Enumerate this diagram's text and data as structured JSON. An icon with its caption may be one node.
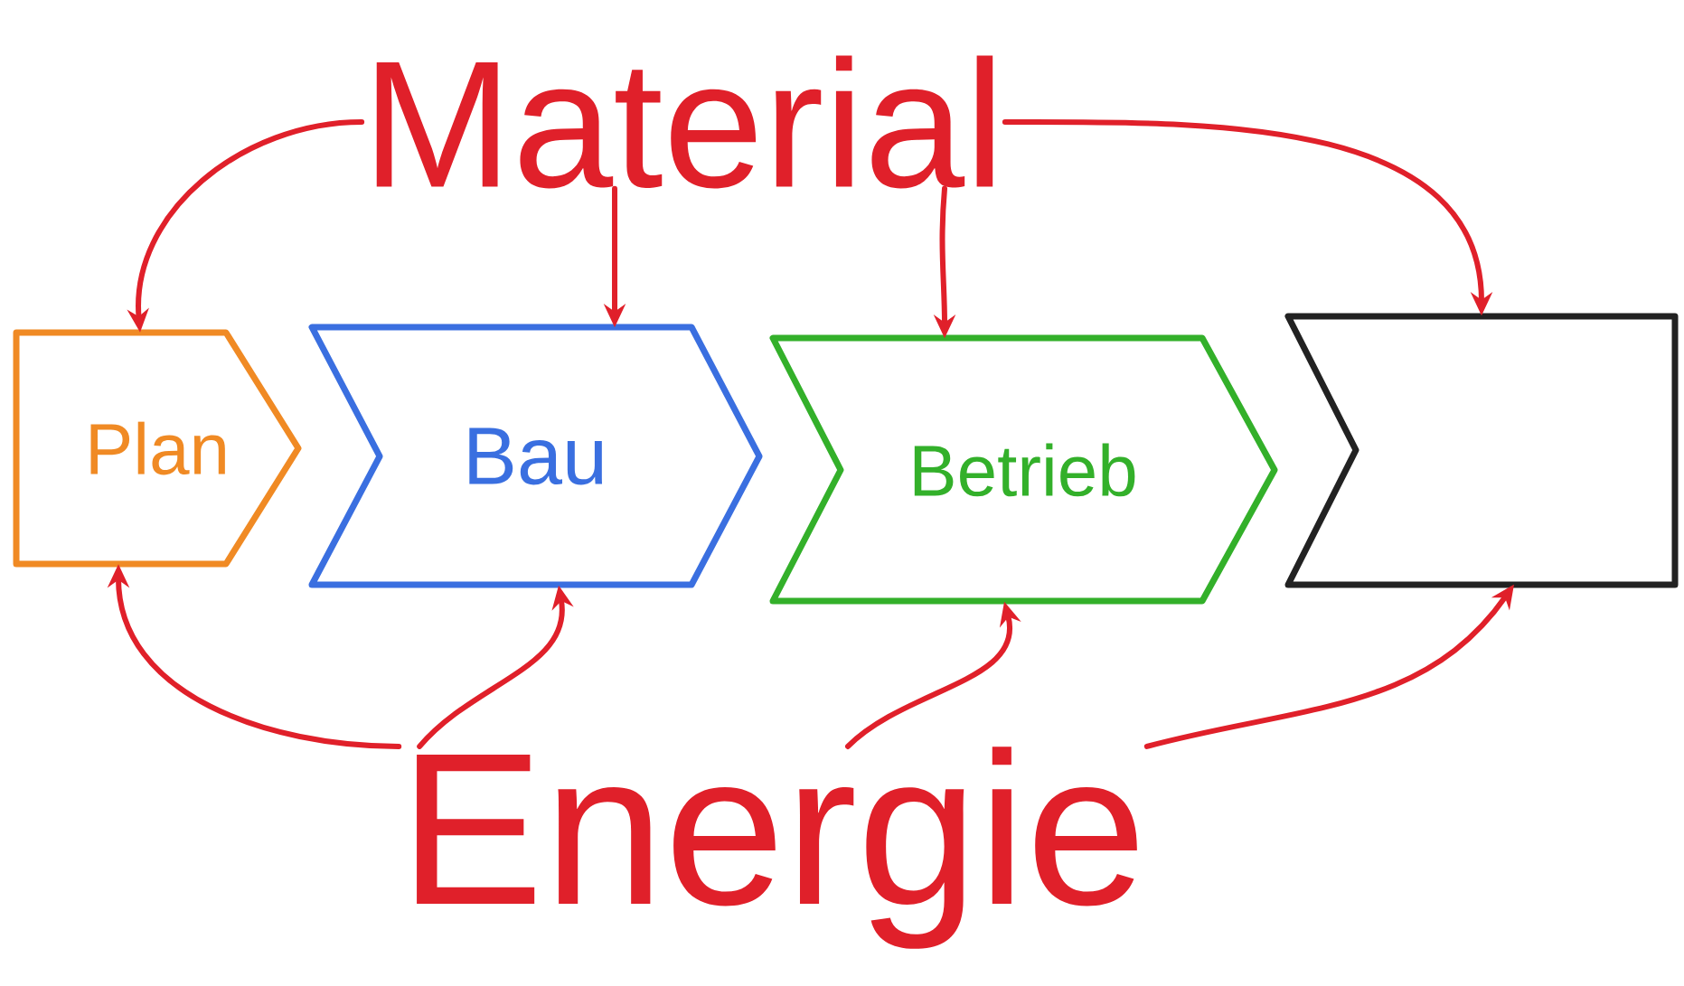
{
  "diagram": {
    "nodes": [
      {
        "text": [
          "Material"
        ]
      },
      {
        "text": [
          "Plan"
        ]
      },
      {
        "text": [
          "Bau"
        ]
      },
      {
        "text": [
          "Betrieb"
        ]
      },
      {
        "text": [],
        "shape": "box"
      },
      {
        "text": [
          "Energie"
        ]
      }
    ],
    "edges": [
      {
        "from": 0,
        "to": 1,
        "arrow": "to"
      },
      {
        "from": 0,
        "to": 2,
        "arrow": "to"
      },
      {
        "from": 0,
        "to": 3,
        "arrow": "to"
      },
      {
        "from": 0,
        "to": 4,
        "arrow": "to"
      },
      {
        "from": 5,
        "to": 1,
        "arrow": "to"
      },
      {
        "from": 5,
        "to": 2,
        "arrow": "to"
      },
      {
        "from": 5,
        "to": 3,
        "arrow": "to"
      },
      {
        "from": 5,
        "to": 4,
        "arrow": "to"
      }
    ]
  }
}
